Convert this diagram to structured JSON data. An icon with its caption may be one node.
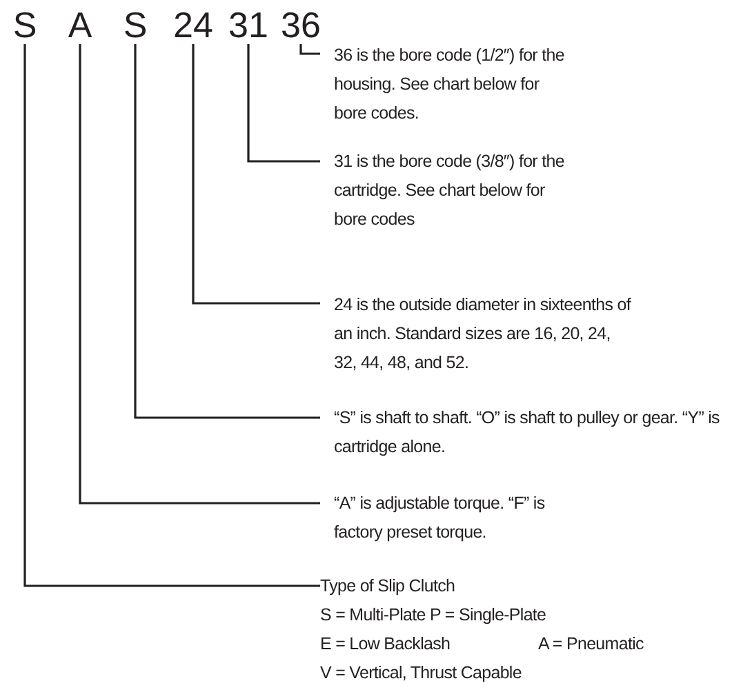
{
  "diagram": {
    "nodes": [
      {
        "text": [
          "S"
        ]
      },
      {
        "text": [
          "A"
        ]
      },
      {
        "text": [
          "S"
        ]
      },
      {
        "text": [
          "24"
        ]
      },
      {
        "text": [
          "31"
        ]
      },
      {
        "text": [
          "36"
        ]
      },
      {
        "text": [
          "36 is the bore code (1/2″) for the housing. See chart below for bore codes."
        ]
      },
      {
        "text": [
          "31 is the bore code (3/8″) for the cartridge. See chart below for bore codes"
        ]
      },
      {
        "text": [
          "24 is the outside diameter in sixteenths of an inch. Standard sizes are 16, 20, 24, 32, 44, 48, and 52."
        ]
      },
      {
        "text": [
          "“S” is shaft to shaft. “O” is shaft to pulley or gear. “Y” is cartridge alone."
        ]
      },
      {
        "text": [
          "“A” is adjustable torque. “F” is factory preset torque."
        ]
      },
      {
        "text": [
          "Type of Slip Clutch",
          "S = Multi-Plate P = Single-Plate",
          "E = Low Backlash",
          "A = Pneumatic",
          "V = Vertical, Thrust Capable"
        ]
      }
    ],
    "edges": [
      {
        "from": 6,
        "to": 5,
        "arrow": "none"
      },
      {
        "from": 7,
        "to": 4,
        "arrow": "none"
      },
      {
        "from": 8,
        "to": 3,
        "arrow": "none"
      },
      {
        "from": 9,
        "to": 2,
        "arrow": "none"
      },
      {
        "from": 10,
        "to": 1,
        "arrow": "none"
      },
      {
        "from": 11,
        "to": 0,
        "arrow": "none"
      }
    ]
  }
}
